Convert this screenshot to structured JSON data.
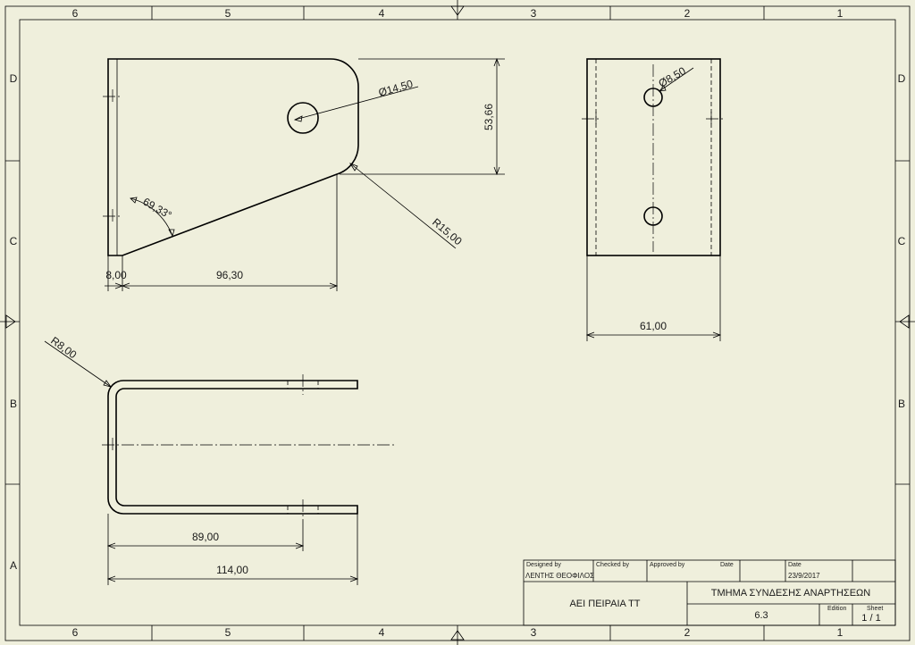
{
  "border": {
    "columns": [
      "6",
      "5",
      "4",
      "3",
      "2",
      "1"
    ],
    "rows": [
      "D",
      "C",
      "B",
      "A"
    ]
  },
  "dimensions": {
    "hole_large": "Ø14,50",
    "height": "53,66",
    "angle": "69,33°",
    "radius_large": "R15,00",
    "offset": "8,00",
    "length": "96,30",
    "hole_small": "Ø8,50",
    "width": "61,00",
    "bend_radius": "R8,00",
    "inner_length": "89,00",
    "total_length": "114,00"
  },
  "title_block": {
    "designed_by_label": "Designed by",
    "checked_by_label": "Checked by",
    "approved_by_label": "Approved by",
    "date_label": "Date",
    "date_label_2": "Date",
    "designer": "ΛΕΝΤΗΣ ΘΕΟΦΙΛΟΣ",
    "date": "23/9/2017",
    "organization": "ΑΕΙ ΠΕΙΡΑΙΑ ΤΤ",
    "title": "ΤΜΗΜΑ ΣΥΝΔΕΣΗΣ ΑΝΑΡΤΗΣΕΩΝ",
    "part_number": "6.3",
    "edition_label": "Edition",
    "sheet_label": "Sheet",
    "sheet": "1 / 1"
  }
}
